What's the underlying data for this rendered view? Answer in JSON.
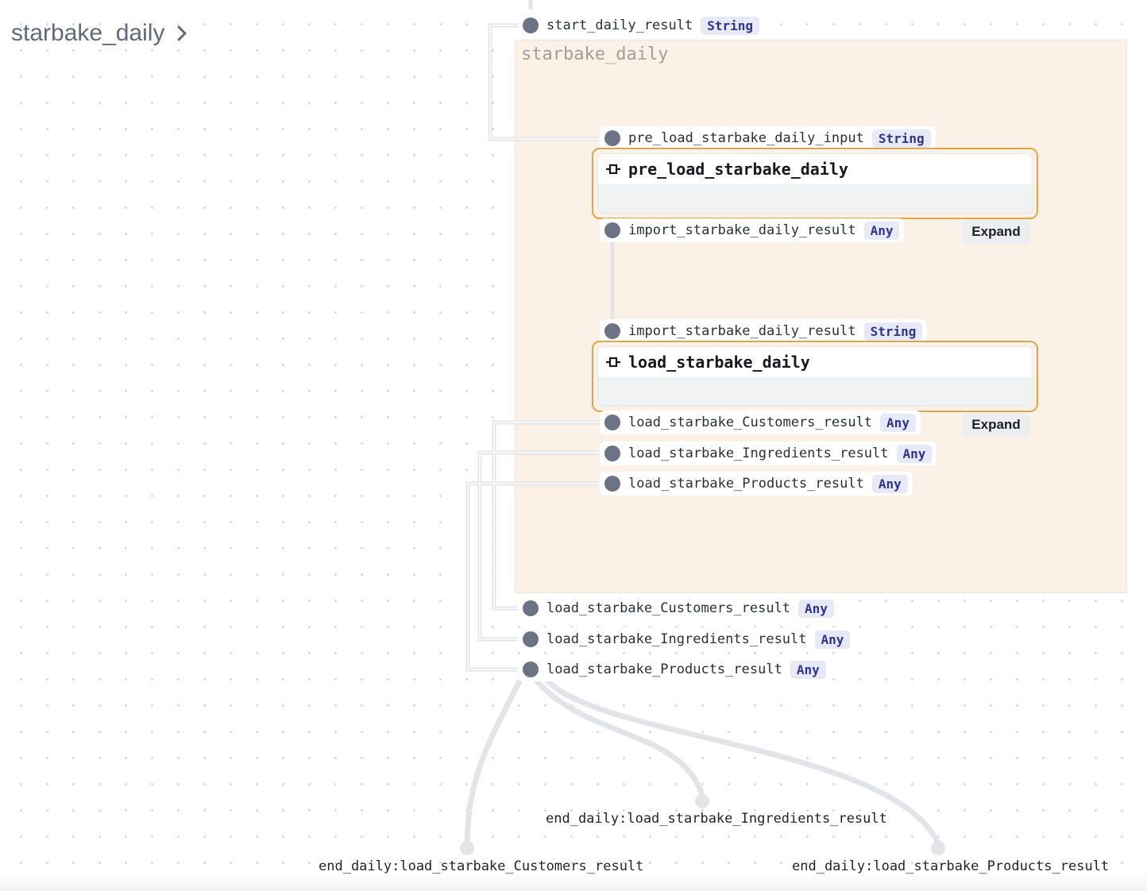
{
  "breadcrumb": {
    "label": "starbake_daily",
    "icon": "chevron-right-icon"
  },
  "graph": {
    "group_label": "starbake_daily",
    "start_output": {
      "name": "start_daily_result",
      "type": "String"
    },
    "ops": [
      {
        "name": "pre_load_starbake_daily",
        "input": {
          "name": "pre_load_starbake_daily_input",
          "type": "String"
        },
        "outputs": [
          {
            "name": "import_starbake_daily_result",
            "type": "Any"
          }
        ],
        "expand_label": "Expand",
        "icon": "op-node-icon"
      },
      {
        "name": "load_starbake_daily",
        "input": {
          "name": "import_starbake_daily_result",
          "type": "String"
        },
        "outputs": [
          {
            "name": "load_starbake_Customers_result",
            "type": "Any"
          },
          {
            "name": "load_starbake_Ingredients_result",
            "type": "Any"
          },
          {
            "name": "load_starbake_Products_result",
            "type": "Any"
          }
        ],
        "expand_label": "Expand",
        "icon": "op-node-icon"
      }
    ],
    "group_outputs": [
      {
        "name": "load_starbake_Customers_result",
        "type": "Any"
      },
      {
        "name": "load_starbake_Ingredients_result",
        "type": "Any"
      },
      {
        "name": "load_starbake_Products_result",
        "type": "Any"
      }
    ],
    "end_nodes": [
      "end_daily:load_starbake_Ingredients_result",
      "end_daily:load_starbake_Customers_result",
      "end_daily:load_starbake_Products_result"
    ]
  },
  "colors": {
    "group_fill": "#fbf1e7",
    "op_border": "#e0a546",
    "port_dot": "#6b7385",
    "type_badge_text": "#2e3590",
    "edge": "#e3e4e8"
  }
}
